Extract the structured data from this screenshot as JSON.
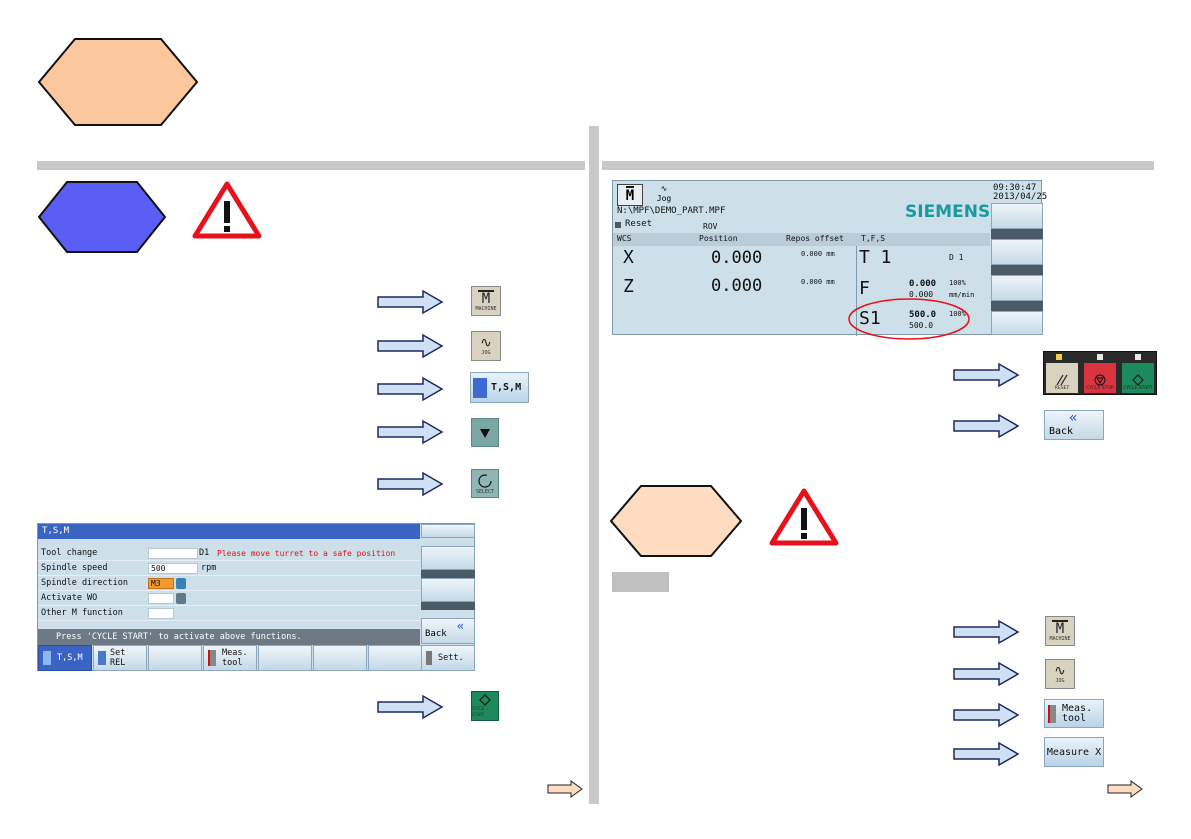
{
  "left_panel": {
    "tsm_button_label": "T,S,M",
    "machine_key_caption": "MACHINE",
    "jog_key_caption": "JOG",
    "select_key_caption": "SELECT",
    "cycle_start_caption": "CYCLE START",
    "tsm_screen": {
      "title": "T,S,M",
      "rows": [
        {
          "label": "Tool change",
          "value": "",
          "suffix": "D1",
          "note": "Please move turret to a safe position"
        },
        {
          "label": "Spindle speed",
          "value": "500",
          "suffix": "rpm"
        },
        {
          "label": "Spindle direction",
          "value": "M3",
          "suffix": ""
        },
        {
          "label": "Activate WO",
          "value": "",
          "suffix": ""
        },
        {
          "label": "Other M function",
          "value": "",
          "suffix": ""
        }
      ],
      "status": "Press 'CYCLE START'  to activate above functions.",
      "back_label": "Back",
      "softkeys": [
        {
          "label": "T,S,M"
        },
        {
          "label": "Set REL"
        },
        {
          "label": ""
        },
        {
          "label": "Meas. tool"
        },
        {
          "label": ""
        },
        {
          "label": ""
        },
        {
          "label": ""
        },
        {
          "label": "Sett."
        }
      ]
    }
  },
  "right_panel": {
    "screen": {
      "mode_letter": "M",
      "mode_label": "Jog",
      "time": "09:30:47",
      "date": "2013/04/25",
      "program_path": "N:\\MPF\\DEMO_PART.MPF",
      "brand": "SIEMENS",
      "reset_label": "Reset",
      "rov_label": "ROV",
      "col_wcs": "WCS",
      "col_position": "Position",
      "col_repos": "Repos offset",
      "col_tfs": "T,F,S",
      "axes": [
        {
          "name": "X",
          "position": "0.000",
          "offset": "0.000 mm"
        },
        {
          "name": "Z",
          "position": "0.000",
          "offset": "0.000 mm"
        }
      ],
      "tool": "T 1",
      "d_value": "D 1",
      "feed_label": "F",
      "feed_value1": "0.000",
      "feed_value2": "0.000",
      "feed_pct": "100%",
      "feed_unit": "mm/min",
      "spindle_label": "S1",
      "spindle_value1": "500.0",
      "spindle_value2": "500.0",
      "spindle_pct": "100%"
    },
    "control_panel": {
      "reset_caption": "RESET",
      "cycle_stop_caption": "CYCLE STOP",
      "cycle_start_caption": "CYCLE START"
    },
    "back_label": "Back",
    "machine_key_caption": "MACHINE",
    "jog_key_caption": "JOG",
    "meas_tool_label": "Meas. tool",
    "measure_x_label": "Measure X"
  },
  "colors": {
    "hex_orange": "#fcc79c",
    "hex_blue": "#5a5ef5",
    "hex_peach": "#fddcc2",
    "arrow_fill": "#cfe0f5",
    "warn_red": "#e8101b"
  }
}
